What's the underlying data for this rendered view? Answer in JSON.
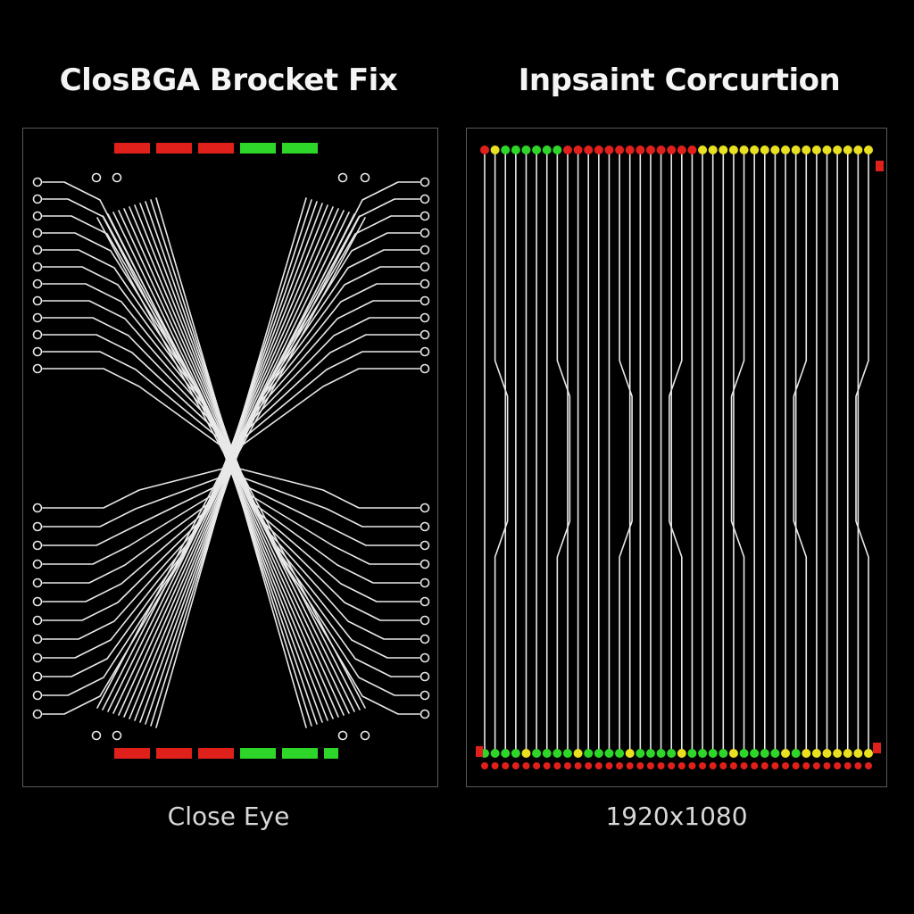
{
  "left_panel": {
    "title": "ClosBGA Brocket Fix",
    "caption": "Close Eye",
    "status_bars": [
      "red",
      "red",
      "red",
      "green",
      "green"
    ],
    "status_bars_bottom": [
      "red",
      "red",
      "red",
      "green",
      "green",
      "green"
    ]
  },
  "right_panel": {
    "title": "Inpsaint Corcurtion",
    "caption": "1920x1080"
  },
  "colors": {
    "background": "#000000",
    "trace": "#e8e8e8",
    "red": "#e0201a",
    "green": "#2fd62a",
    "yellow": "#e8e020",
    "frame": "#5a5a5a"
  }
}
